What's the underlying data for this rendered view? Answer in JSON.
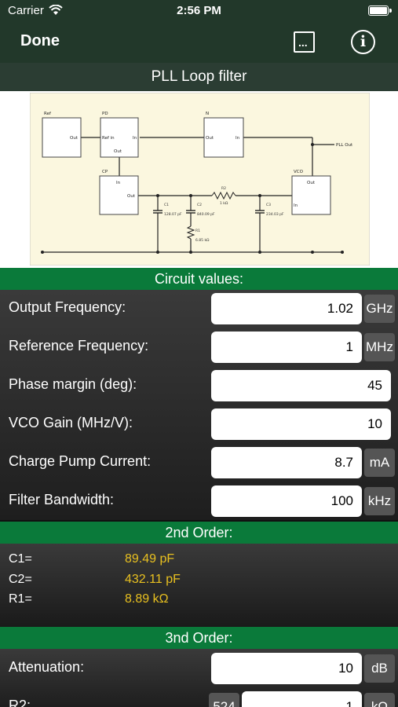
{
  "status": {
    "carrier": "Carrier",
    "time": "2:56 PM"
  },
  "nav": {
    "done_label": "Done",
    "more_label": "...",
    "info_label": "i"
  },
  "page_title": "PLL Loop filter",
  "diagram": {
    "blocks": {
      "ref": "Ref",
      "ref_out": "Out",
      "pd": "PD",
      "pd_ref_in": "Ref in",
      "pd_in": "In",
      "pd_out": "Out",
      "n": "N",
      "n_out": "Out",
      "n_in": "In",
      "cp": "CP",
      "cp_in": "In",
      "cp_out": "Out",
      "vco": "VCO",
      "vco_out": "Out",
      "vco_in": "In"
    },
    "pll_out": "PLL Out",
    "components": {
      "c1_name": "C1",
      "c1_value": "128.07 pF",
      "c2_name": "C2",
      "c2_value": "840.09 pF",
      "r1_name": "R1",
      "r1_value": "6.85 kΩ",
      "r2_name": "R2",
      "r2_value": "1 kΩ",
      "c3_name": "C3",
      "c3_value": "234.03 pF"
    }
  },
  "circuit_values": {
    "header": "Circuit values:",
    "fields": [
      {
        "label": "Output Frequency:",
        "value": "1.02",
        "unit": "GHz"
      },
      {
        "label": "Reference Frequency:",
        "value": "1",
        "unit": "MHz"
      },
      {
        "label": "Phase margin (deg):",
        "value": "45",
        "unit": ""
      },
      {
        "label": "VCO Gain (MHz/V):",
        "value": "10",
        "unit": ""
      },
      {
        "label": "Charge Pump Current:",
        "value": "8.7",
        "unit": "mA"
      },
      {
        "label": "Filter Bandwidth:",
        "value": "100",
        "unit": "kHz"
      }
    ]
  },
  "second_order": {
    "header": "2nd Order:",
    "results": [
      {
        "label": "C1=",
        "value": "89.49 pF"
      },
      {
        "label": "C2=",
        "value": "432.11 pF"
      },
      {
        "label": "R1=",
        "value": "8.89 kΩ"
      }
    ]
  },
  "third_order": {
    "header": "3nd Order:",
    "attenuation": {
      "label": "Attenuation:",
      "value": "10",
      "unit": "dB"
    },
    "r2": {
      "label": "R2:",
      "side_value": "524",
      "value": "1",
      "unit": "kΩ"
    }
  },
  "colors": {
    "nav_bg": "#22382a",
    "section_green": "#0a7a3a",
    "result_yellow": "#e8c020"
  }
}
